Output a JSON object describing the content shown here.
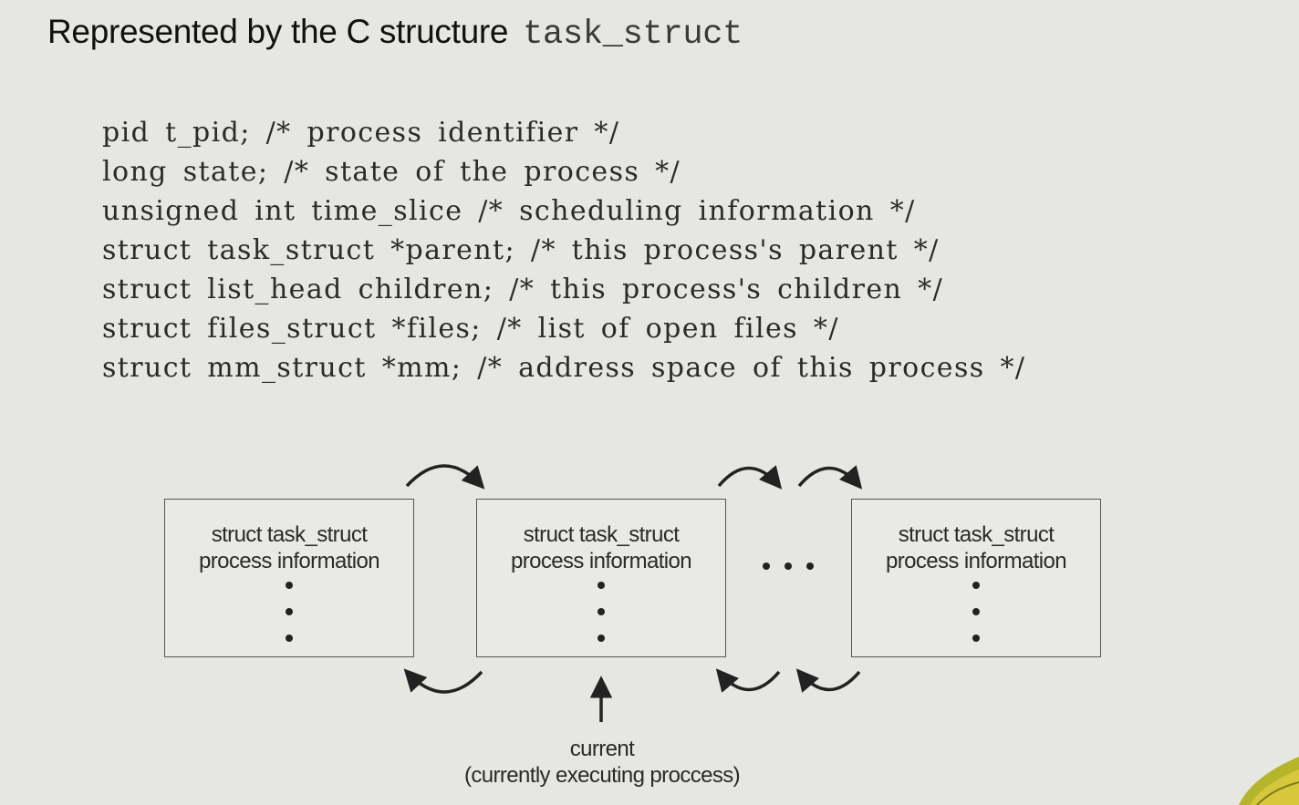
{
  "title": {
    "text": "Represented by the C structure",
    "code": "task_struct"
  },
  "code_lines": [
    "pid t_pid; /* process identifier */",
    "long state; /* state of the process */",
    "unsigned int time_slice /* scheduling information */",
    "struct task_struct *parent; /* this process's parent */",
    "struct list_head children; /* this process's children */",
    "struct files_struct *files; /* list of open files */",
    "struct mm_struct *mm; /* address space of this process */"
  ],
  "diagram": {
    "boxes": [
      {
        "line1": "struct task_struct",
        "line2": "process information"
      },
      {
        "line1": "struct task_struct",
        "line2": "process information"
      },
      {
        "line1": "struct task_struct",
        "line2": "process information"
      }
    ],
    "current_label": {
      "line1": "current",
      "line2": "(currently executing proccess)"
    }
  },
  "colors": {
    "background": "#e6e6e3",
    "box_border": "#555555",
    "arrow": "#222222"
  }
}
